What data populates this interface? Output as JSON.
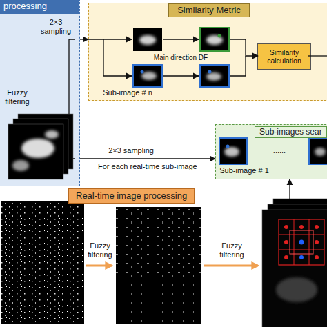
{
  "diagram": {
    "nodes": [
      {
        "text": [
          "processing"
        ]
      },
      {
        "text": [
          "Similarity Metric"
        ]
      },
      {
        "text": [
          "Similarity calculation"
        ],
        "in": 1
      },
      {
        "text": [
          "Sub-images sear"
        ]
      },
      {
        "text": [
          "Real-time image processing"
        ]
      }
    ],
    "edges": [
      {
        "from": 0,
        "to": 1,
        "arrow": "to"
      },
      {
        "from": 0,
        "to": 3,
        "arrow": "to",
        "label": "For each real-time sub-image"
      },
      {
        "from": 4,
        "to": 3,
        "arrow": "to"
      }
    ],
    "labels": [
      "2×3 sampling",
      "Fuzzy filtering",
      "Main direction DF",
      "Sub-image # n",
      "2×3 sampling",
      "Sub-image # 1",
      "......",
      "Fuzzy filtering",
      "Fuzzy filtering"
    ]
  }
}
